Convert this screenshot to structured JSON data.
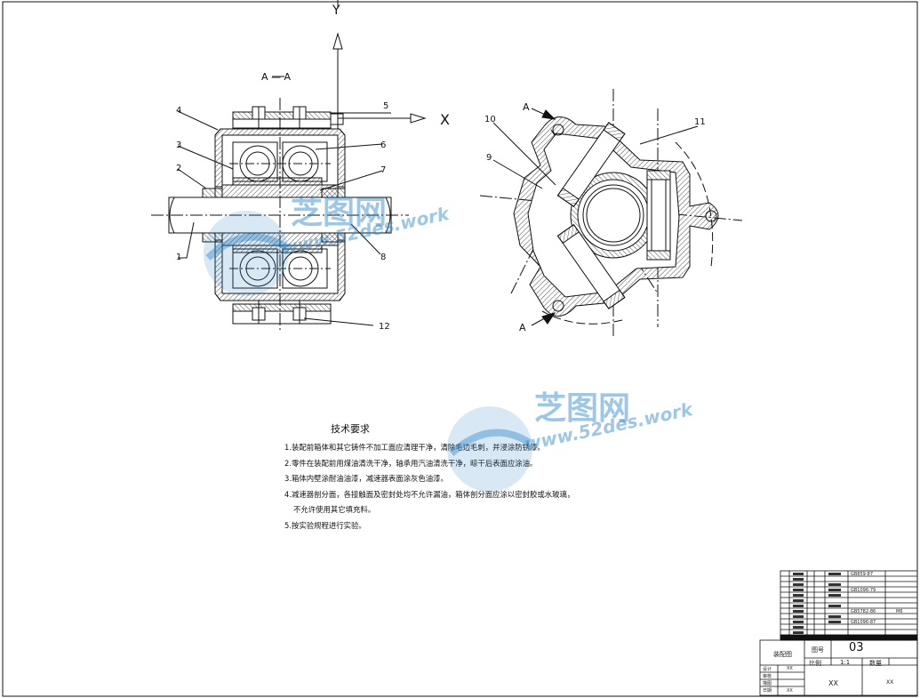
{
  "drawing": {
    "section_label": "A — A",
    "axis_y": "Y",
    "axis_x": "X",
    "section_mark_a": "A",
    "part_numbers_left": [
      "4",
      "3",
      "2",
      "1",
      "5",
      "6",
      "7",
      "8",
      "12"
    ],
    "part_numbers_right": [
      "10",
      "9",
      "11"
    ]
  },
  "tech_requirements": {
    "title": "技术要求",
    "items": [
      "1.装配前箱体和其它铸件不加工面应清理干净，清除毛边毛刺，并浸涂防锈漆。",
      "2.零件在装配前用煤油清洗干净，轴承用汽油清洗干净，晾干后表面应涂油。",
      "3.箱体内壁涂耐油油漆，减速器表面涂灰色油漆。",
      "4.减速器剖分面，各接触面及密封处均不允许漏油，箱体剖分面应涂以密封胶或水玻璃，",
      "不允许使用其它填充料。",
      "5.按实验规程进行实验。"
    ]
  },
  "title_block": {
    "drawing_no": "03",
    "scale_label": "比例",
    "scale": "1:1",
    "qty_label": "数量",
    "no_label": "图号",
    "name": "装配图",
    "designer": "设计",
    "checker": "审核",
    "drafter": "描图",
    "date": "日期",
    "xx1": "XX",
    "xx2": "XX",
    "xx3": "XX",
    "xx4": "XX",
    "bom_std": [
      "GB859-87",
      "GB1096-79",
      "GB5782-86",
      "GB1096-87"
    ],
    "bom_note": "M6"
  },
  "watermark": {
    "title": "芝图网",
    "url": "www.52des.work"
  }
}
